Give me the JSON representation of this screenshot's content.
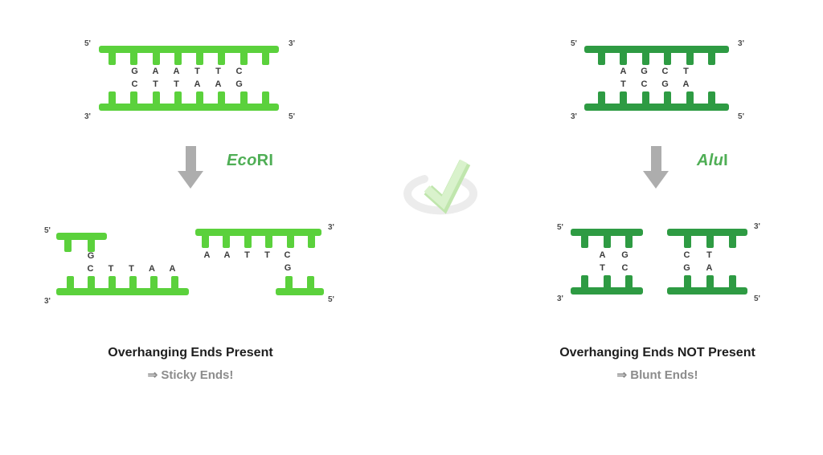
{
  "colors": {
    "light_green": "#5bd13c",
    "dark_green": "#2e9b43",
    "enzyme_green": "#4fae55",
    "arrow_gray": "#adadad",
    "base_letter_color": "#3c3c3c",
    "end_label_color": "#4d4d4d",
    "caption_title_color": "#1e1e1e",
    "caption_subtitle_color": "#8c8c8c",
    "watermark_check_green": "#d9f2cc",
    "watermark_ring_gray": "#ececec"
  },
  "left_panel": {
    "uncut_dna": {
      "ends": {
        "top_left": "5'",
        "top_right": "3'",
        "bottom_left": "3'",
        "bottom_right": "5'"
      },
      "top_strand_letters": [
        "G",
        "A",
        "A",
        "T",
        "T",
        "C"
      ],
      "bottom_strand_letters": [
        "C",
        "T",
        "T",
        "A",
        "A",
        "G"
      ]
    },
    "enzyme_label": {
      "italic_part": "Eco",
      "regular_part": "RI"
    },
    "cut_dna": {
      "left_fragment": {
        "ends": {
          "top_left": "5'",
          "bottom_left": "3'"
        },
        "top_overhang_letter": "G",
        "bottom_strand_letters": [
          "C",
          "T",
          "T",
          "A",
          "A"
        ]
      },
      "right_fragment": {
        "ends": {
          "top_right": "3'",
          "bottom_right": "5'"
        },
        "top_strand_letters": [
          "A",
          "A",
          "T",
          "T",
          "C"
        ],
        "bottom_overhang_letter": "G"
      }
    },
    "caption": {
      "title": "Overhanging Ends Present",
      "subtitle": "⇒ Sticky Ends!"
    }
  },
  "right_panel": {
    "uncut_dna": {
      "ends": {
        "top_left": "5'",
        "top_right": "3'",
        "bottom_left": "3'",
        "bottom_right": "5'"
      },
      "top_strand_letters": [
        "A",
        "G",
        "C",
        "T"
      ],
      "bottom_strand_letters": [
        "T",
        "C",
        "G",
        "A"
      ]
    },
    "enzyme_label": {
      "italic_part": "Alu",
      "regular_part": "I"
    },
    "cut_dna": {
      "left_fragment": {
        "ends": {
          "top_left": "5'",
          "bottom_left": "3'"
        },
        "top_strand_letters": [
          "A",
          "G"
        ],
        "bottom_strand_letters": [
          "T",
          "C"
        ]
      },
      "right_fragment": {
        "ends": {
          "top_right": "3'",
          "bottom_right": "5'"
        },
        "top_strand_letters": [
          "C",
          "T"
        ],
        "bottom_strand_letters": [
          "G",
          "A"
        ]
      }
    },
    "caption": {
      "title": "Overhanging Ends NOT Present",
      "subtitle": "⇒ Blunt Ends!"
    }
  },
  "watermark": {
    "icon": "checkmark-in-ring"
  }
}
